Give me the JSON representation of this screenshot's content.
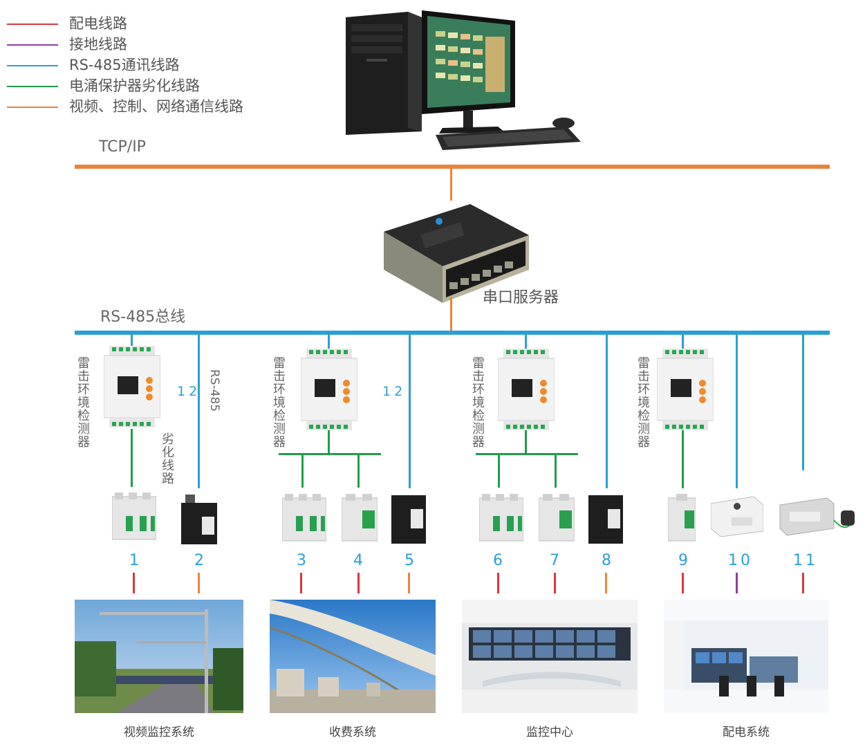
{
  "legend": [
    {
      "label": "配电线路",
      "color": "#d9363e"
    },
    {
      "label": "接地线路",
      "color": "#8e3fa3"
    },
    {
      "label": "RS-485通讯线路",
      "color": "#2a9fd6"
    },
    {
      "label": "电涌保护器劣化线路",
      "color": "#1f9e4a"
    },
    {
      "label": "视频、控制、网络通信线路",
      "color": "#e8853a"
    }
  ],
  "labels": {
    "tcpip": "TCP/IP",
    "rs485_bus": "RS-485总线",
    "serial_server": "串口服务器",
    "detector": "雷击环境检测器",
    "degradation": "劣化线路",
    "rs485": "RS-485",
    "twelve_a": "12",
    "twelve_b": "12"
  },
  "numbers": [
    "1",
    "2",
    "3",
    "4",
    "5",
    "6",
    "7",
    "8",
    "9",
    "10",
    "11"
  ],
  "systems": [
    "视频监控系统",
    "收费系统",
    "监控中心",
    "配电系统"
  ],
  "colors": {
    "orange": "#e8853a",
    "blue": "#2a9fd6",
    "green": "#1f9e4a",
    "red": "#d9363e",
    "purple": "#8e3fa3"
  }
}
